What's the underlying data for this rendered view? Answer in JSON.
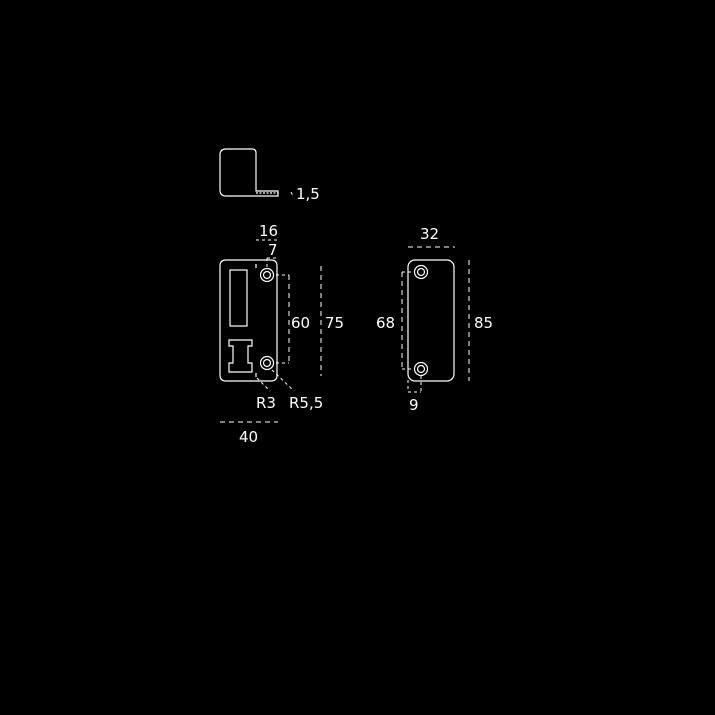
{
  "dimensions": {
    "thickness": "1,5",
    "lip_width": "16",
    "lip_offset": "7",
    "hole_spacing": "60",
    "plate_height": "75",
    "inner_radius": "R3",
    "hole_radius": "R5,5",
    "plate_width": "40",
    "cover_width": "32",
    "cover_hole_spacing": "68",
    "cover_height": "85",
    "cover_hole_offset": "9"
  },
  "colors": {
    "background": "#000000",
    "lines": "#ffffff"
  }
}
